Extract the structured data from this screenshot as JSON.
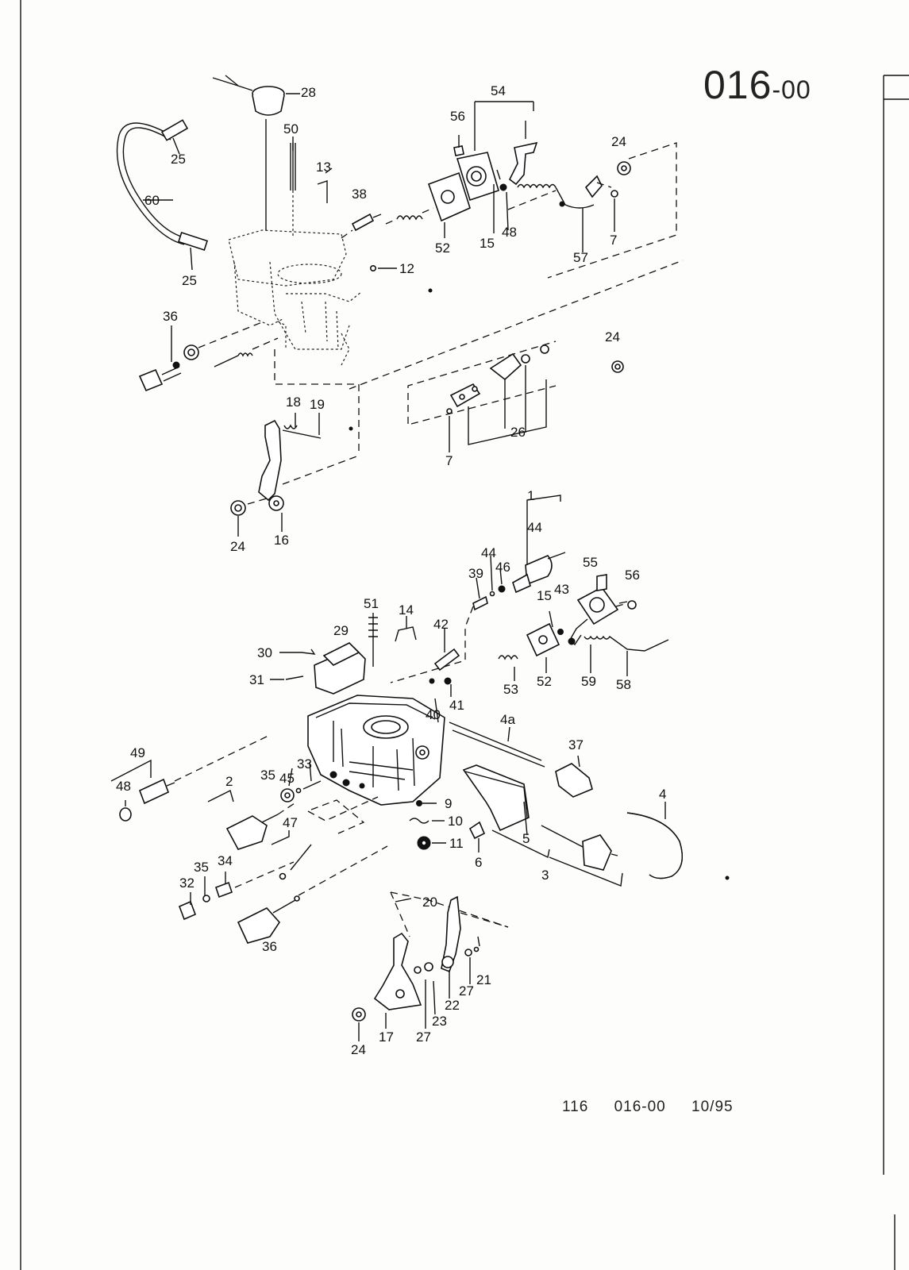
{
  "page": {
    "code": "016",
    "code_suffix": "-00",
    "footer": {
      "page_number": "116",
      "section": "016-00",
      "date": "10/95"
    }
  },
  "labels": {
    "l28": "28",
    "l50": "50",
    "l25a": "25",
    "l13": "13",
    "l38": "38",
    "l60": "60",
    "l56a": "56",
    "l54": "54",
    "l24a": "24",
    "l12": "12",
    "l52a": "52",
    "l15a": "15",
    "l48a": "48",
    "l57": "57",
    "l7a": "7",
    "l25b": "25",
    "l36a": "36",
    "l24b": "24",
    "l18": "18",
    "l19": "19",
    "l26": "26",
    "l7b": "7",
    "l24c": "24",
    "l16": "16",
    "l1": "1",
    "l44a": "44",
    "l44b": "44",
    "l39": "39",
    "l46": "46",
    "l55": "55",
    "l56b": "56",
    "l15b": "15",
    "l43": "43",
    "l51": "51",
    "l14": "14",
    "l42": "42",
    "l29": "29",
    "l30": "30",
    "l31": "31",
    "l53": "53",
    "l52b": "52",
    "l59": "59",
    "l58": "58",
    "l41": "41",
    "l40": "40",
    "l4a": "4a",
    "l37": "37",
    "l49": "49",
    "l48b": "48",
    "l33": "33",
    "l35a": "35",
    "l45": "45",
    "l2": "2",
    "l9": "9",
    "l10": "10",
    "l11": "11",
    "l6": "6",
    "l5": "5",
    "l3": "3",
    "l4": "4",
    "l47": "47",
    "l35b": "35",
    "l34": "34",
    "l32": "32",
    "l36b": "36",
    "l20": "20",
    "l21": "21",
    "l27a": "27",
    "l22": "22",
    "l23": "23",
    "l27b": "27",
    "l24d": "24",
    "l17": "17"
  }
}
